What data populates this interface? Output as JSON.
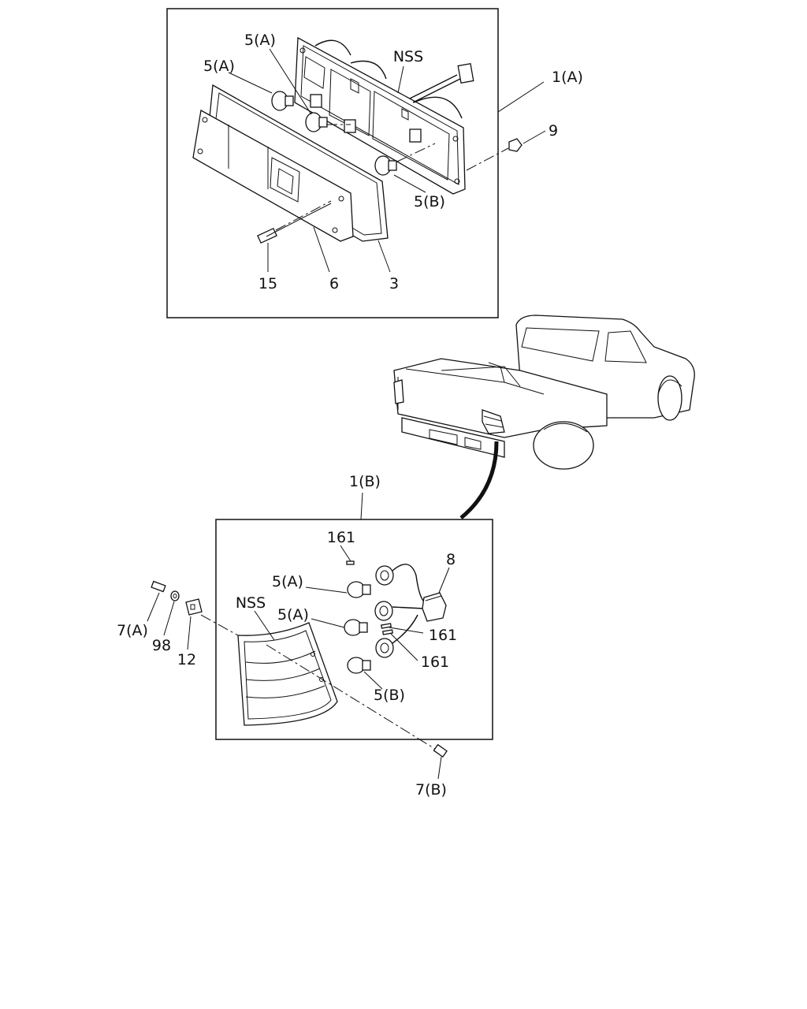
{
  "callouts": {
    "top": {
      "bulb_5a_1": "5(A)",
      "bulb_5a_2": "5(A)",
      "nss": "NSS",
      "assembly_1a": "1(A)",
      "nut_9": "9",
      "bulb_5b": "5(B)",
      "screw_15": "15",
      "lens_6": "6",
      "gasket_3": "3"
    },
    "bottom": {
      "assembly_1b": "1(B)",
      "clip_161_top": "161",
      "connector_8": "8",
      "bulb_5a_upper": "5(A)",
      "bulb_5a_lower": "5(A)",
      "nss": "NSS",
      "clip_161_mid": "161",
      "clip_161_low": "161",
      "bulb_5b": "5(B)",
      "screw_7a": "7(A)",
      "washer_98": "98",
      "nut_12": "12",
      "screw_7b": "7(B)"
    }
  }
}
